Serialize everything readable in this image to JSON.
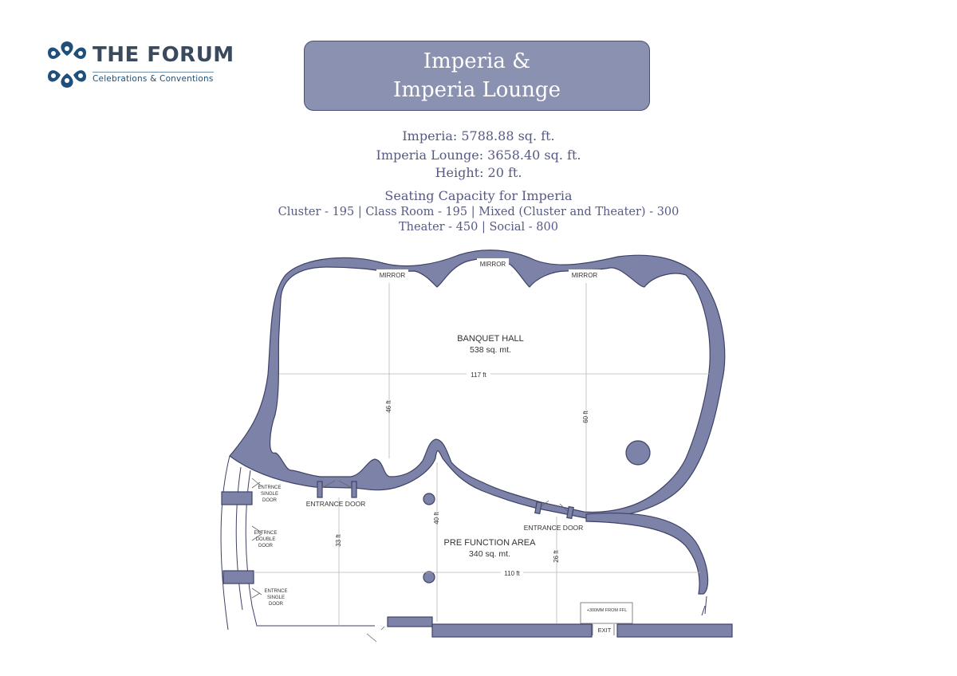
{
  "logo": {
    "title": "THE FORUM",
    "subtitle": "Celebrations & Conventions",
    "icon": "flower-logo-icon",
    "color": "#1f4f7a"
  },
  "header": {
    "title_line1": "Imperia &",
    "title_line2": "Imperia Lounge",
    "box_color": "#8b91b1"
  },
  "info": {
    "imperia_area": "Imperia: 5788.88 sq. ft.",
    "lounge_area": "Imperia Lounge: 3658.40 sq. ft.",
    "height": "Height: 20 ft.",
    "seating_title": "Seating Capacity for Imperia",
    "seating_line1": "Cluster - 195 | Class Room - 195 | Mixed (Cluster and Theater) - 300",
    "seating_line2": "Theater - 450 | Social - 800"
  },
  "plan": {
    "wall_color": "#7d83a8",
    "mirrors": [
      "MIRROR",
      "MIRROR",
      "MIRROR"
    ],
    "banquet_name": "BANQUET HALL",
    "banquet_area": "538 sq. mt.",
    "dim_117": "117 ft",
    "dim_46": "46 ft",
    "dim_60": "60 ft",
    "dim_40": "40 ft",
    "dim_33": "33 ft",
    "dim_26": "26 ft",
    "dim_110": "110 ft",
    "entrance_door_left": "ENTRANCE DOOR",
    "entrance_door_right": "ENTRANCE DOOR",
    "prefunction_name": "PRE FUNCTION AREA",
    "prefunction_area": "340 sq. mt.",
    "side_door_1": [
      "ENTRNCE",
      "SINGLE",
      "DOOR"
    ],
    "side_door_2": [
      "ENTRNCE",
      "DOUBLE",
      "DOOR"
    ],
    "side_door_3": [
      "ENTRNCE",
      "SINGLE",
      "DOOR"
    ],
    "ffl_note": "+300MM FROM FFL",
    "exit": "EXIT"
  }
}
